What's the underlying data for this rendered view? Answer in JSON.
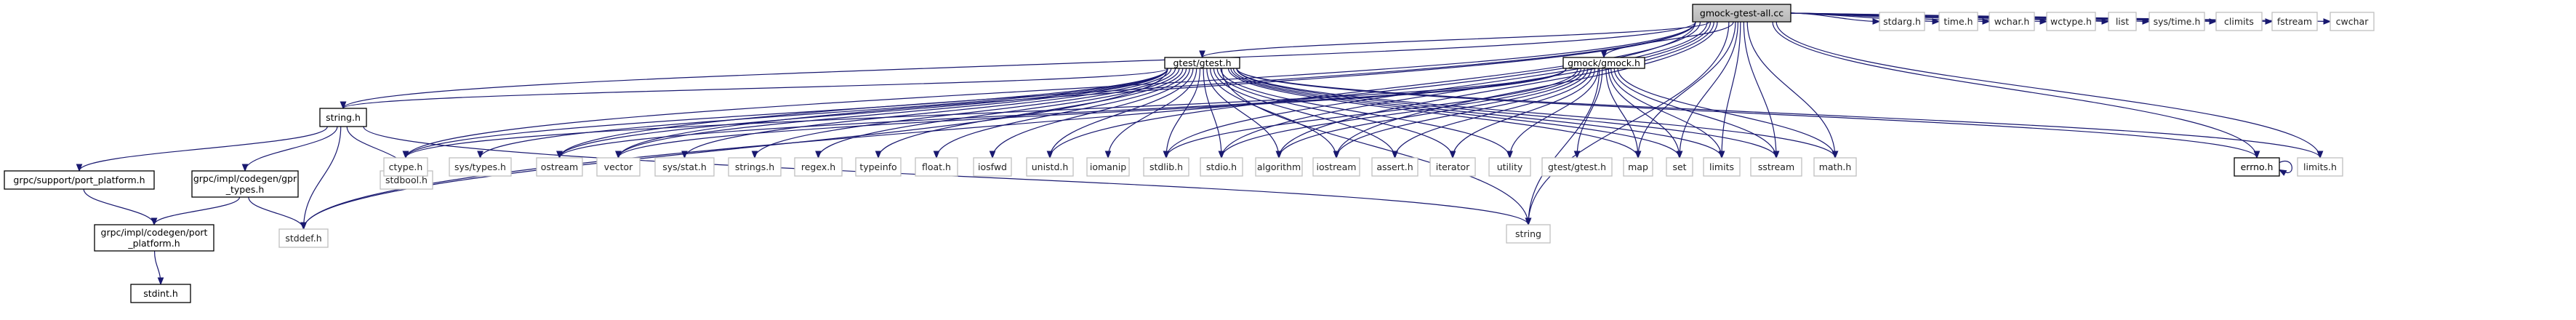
{
  "graph": {
    "colors": {
      "edge": "#191970",
      "root_fill": "#bfbfbf",
      "node_border": "#000000",
      "faint_border": "#bfbfbf",
      "node_fill": "#ffffff"
    },
    "nodes": [
      {
        "id": "root",
        "lines": [
          "gmock-gtest-all.cc"
        ],
        "style": "root"
      },
      {
        "id": "gtest",
        "lines": [
          "gtest/gtest.h"
        ],
        "style": "boxed"
      },
      {
        "id": "gmock",
        "lines": [
          "gmock/gmock.h"
        ],
        "style": "boxed"
      },
      {
        "id": "stringh",
        "lines": [
          "string.h"
        ],
        "style": "boxed"
      },
      {
        "id": "grpcsupport",
        "lines": [
          "grpc/support/port_platform.h"
        ],
        "style": "boxed"
      },
      {
        "id": "gprtypes",
        "lines": [
          "grpc/impl/codegen/gpr",
          "_types.h"
        ],
        "style": "boxed"
      },
      {
        "id": "codegenport",
        "lines": [
          "grpc/impl/codegen/port",
          "_platform.h"
        ],
        "style": "boxed"
      },
      {
        "id": "stdint",
        "lines": [
          "stdint.h"
        ],
        "style": "boxed"
      },
      {
        "id": "errno",
        "lines": [
          "errno.h"
        ],
        "style": "boxed"
      },
      {
        "id": "stdbool",
        "lines": [
          "stdbool.h"
        ],
        "style": "faint"
      },
      {
        "id": "stddef",
        "lines": [
          "stddef.h"
        ],
        "style": "faint"
      },
      {
        "id": "string",
        "lines": [
          "string"
        ],
        "style": "faint"
      },
      {
        "id": "ctype",
        "lines": [
          "ctype.h"
        ],
        "style": "faint"
      },
      {
        "id": "systypes",
        "lines": [
          "sys/types.h"
        ],
        "style": "faint"
      },
      {
        "id": "ostream",
        "lines": [
          "ostream"
        ],
        "style": "faint"
      },
      {
        "id": "vector",
        "lines": [
          "vector"
        ],
        "style": "faint"
      },
      {
        "id": "sysstat",
        "lines": [
          "sys/stat.h"
        ],
        "style": "faint"
      },
      {
        "id": "strings",
        "lines": [
          "strings.h"
        ],
        "style": "faint"
      },
      {
        "id": "regex",
        "lines": [
          "regex.h"
        ],
        "style": "faint"
      },
      {
        "id": "typeinfo",
        "lines": [
          "typeinfo"
        ],
        "style": "faint"
      },
      {
        "id": "float",
        "lines": [
          "float.h"
        ],
        "style": "faint"
      },
      {
        "id": "iosfwd",
        "lines": [
          "iosfwd"
        ],
        "style": "faint"
      },
      {
        "id": "unistd",
        "lines": [
          "unistd.h"
        ],
        "style": "faint"
      },
      {
        "id": "iomanip",
        "lines": [
          "iomanip"
        ],
        "style": "faint"
      },
      {
        "id": "stdlib",
        "lines": [
          "stdlib.h"
        ],
        "style": "faint"
      },
      {
        "id": "stdio",
        "lines": [
          "stdio.h"
        ],
        "style": "faint"
      },
      {
        "id": "algorithm",
        "lines": [
          "algorithm"
        ],
        "style": "faint"
      },
      {
        "id": "iostream",
        "lines": [
          "iostream"
        ],
        "style": "faint"
      },
      {
        "id": "asserth",
        "lines": [
          "assert.h"
        ],
        "style": "faint"
      },
      {
        "id": "iterator",
        "lines": [
          "iterator"
        ],
        "style": "faint"
      },
      {
        "id": "utility",
        "lines": [
          "utility"
        ],
        "style": "faint"
      },
      {
        "id": "gtestgtest",
        "lines": [
          "gtest/gtest.h"
        ],
        "style": "faint"
      },
      {
        "id": "map",
        "lines": [
          "map"
        ],
        "style": "faint"
      },
      {
        "id": "set",
        "lines": [
          "set"
        ],
        "style": "faint"
      },
      {
        "id": "limits",
        "lines": [
          "limits"
        ],
        "style": "faint"
      },
      {
        "id": "sstream",
        "lines": [
          "sstream"
        ],
        "style": "faint"
      },
      {
        "id": "math",
        "lines": [
          "math.h"
        ],
        "style": "faint"
      },
      {
        "id": "limitsh",
        "lines": [
          "limits.h"
        ],
        "style": "faint"
      },
      {
        "id": "stdarg",
        "lines": [
          "stdarg.h"
        ],
        "style": "faint"
      },
      {
        "id": "time",
        "lines": [
          "time.h"
        ],
        "style": "faint"
      },
      {
        "id": "wchar",
        "lines": [
          "wchar.h"
        ],
        "style": "faint"
      },
      {
        "id": "wctype",
        "lines": [
          "wctype.h"
        ],
        "style": "faint"
      },
      {
        "id": "list",
        "lines": [
          "list"
        ],
        "style": "faint"
      },
      {
        "id": "systime",
        "lines": [
          "sys/time.h"
        ],
        "style": "faint"
      },
      {
        "id": "climits",
        "lines": [
          "climits"
        ],
        "style": "faint"
      },
      {
        "id": "fstream",
        "lines": [
          "fstream"
        ],
        "style": "faint"
      },
      {
        "id": "cwchar",
        "lines": [
          "cwchar"
        ],
        "style": "faint"
      }
    ],
    "edges": [
      [
        "root",
        "gtest"
      ],
      [
        "root",
        "gmock"
      ],
      [
        "root",
        "stringh"
      ],
      [
        "root",
        "stddef"
      ],
      [
        "root",
        "string"
      ],
      [
        "root",
        "ctype"
      ],
      [
        "root",
        "ostream"
      ],
      [
        "root",
        "vector"
      ],
      [
        "root",
        "unistd"
      ],
      [
        "root",
        "stdlib"
      ],
      [
        "root",
        "stdio"
      ],
      [
        "root",
        "algorithm"
      ],
      [
        "root",
        "iostream"
      ],
      [
        "root",
        "map"
      ],
      [
        "root",
        "set"
      ],
      [
        "root",
        "limits"
      ],
      [
        "root",
        "sstream"
      ],
      [
        "root",
        "math"
      ],
      [
        "root",
        "errno"
      ],
      [
        "root",
        "limitsh"
      ],
      [
        "root",
        "stdarg"
      ],
      [
        "root",
        "time"
      ],
      [
        "root",
        "wchar"
      ],
      [
        "root",
        "wctype"
      ],
      [
        "root",
        "list"
      ],
      [
        "root",
        "systime"
      ],
      [
        "root",
        "climits"
      ],
      [
        "root",
        "fstream"
      ],
      [
        "root",
        "cwchar"
      ],
      [
        "gtest",
        "stringh"
      ],
      [
        "gtest",
        "ctype"
      ],
      [
        "gtest",
        "systypes"
      ],
      [
        "gtest",
        "ostream"
      ],
      [
        "gtest",
        "vector"
      ],
      [
        "gtest",
        "sysstat"
      ],
      [
        "gtest",
        "strings"
      ],
      [
        "gtest",
        "regex"
      ],
      [
        "gtest",
        "typeinfo"
      ],
      [
        "gtest",
        "float"
      ],
      [
        "gtest",
        "iosfwd"
      ],
      [
        "gtest",
        "unistd"
      ],
      [
        "gtest",
        "iomanip"
      ],
      [
        "gtest",
        "stdlib"
      ],
      [
        "gtest",
        "stdio"
      ],
      [
        "gtest",
        "algorithm"
      ],
      [
        "gtest",
        "iostream"
      ],
      [
        "gtest",
        "asserth"
      ],
      [
        "gtest",
        "iterator"
      ],
      [
        "gtest",
        "utility"
      ],
      [
        "gtest",
        "map"
      ],
      [
        "gtest",
        "set"
      ],
      [
        "gtest",
        "limits"
      ],
      [
        "gtest",
        "sstream"
      ],
      [
        "gtest",
        "math"
      ],
      [
        "gtest",
        "errno"
      ],
      [
        "gtest",
        "limitsh"
      ],
      [
        "gtest",
        "stddef"
      ],
      [
        "gtest",
        "string"
      ],
      [
        "gmock",
        "ctype"
      ],
      [
        "gmock",
        "ostream"
      ],
      [
        "gmock",
        "vector"
      ],
      [
        "gmock",
        "stdlib"
      ],
      [
        "gmock",
        "stdio"
      ],
      [
        "gmock",
        "algorithm"
      ],
      [
        "gmock",
        "iostream"
      ],
      [
        "gmock",
        "asserth"
      ],
      [
        "gmock",
        "iterator"
      ],
      [
        "gmock",
        "utility"
      ],
      [
        "gmock",
        "gtestgtest"
      ],
      [
        "gmock",
        "map"
      ],
      [
        "gmock",
        "set"
      ],
      [
        "gmock",
        "limits"
      ],
      [
        "gmock",
        "sstream"
      ],
      [
        "gmock",
        "math"
      ],
      [
        "gmock",
        "string"
      ],
      [
        "stringh",
        "grpcsupport"
      ],
      [
        "stringh",
        "gprtypes"
      ],
      [
        "stringh",
        "stdbool"
      ],
      [
        "stringh",
        "stddef"
      ],
      [
        "stringh",
        "string"
      ],
      [
        "grpcsupport",
        "codegenport"
      ],
      [
        "gprtypes",
        "codegenport"
      ],
      [
        "gprtypes",
        "stddef"
      ],
      [
        "codegenport",
        "stdint"
      ],
      [
        "errno",
        "errno"
      ]
    ]
  }
}
